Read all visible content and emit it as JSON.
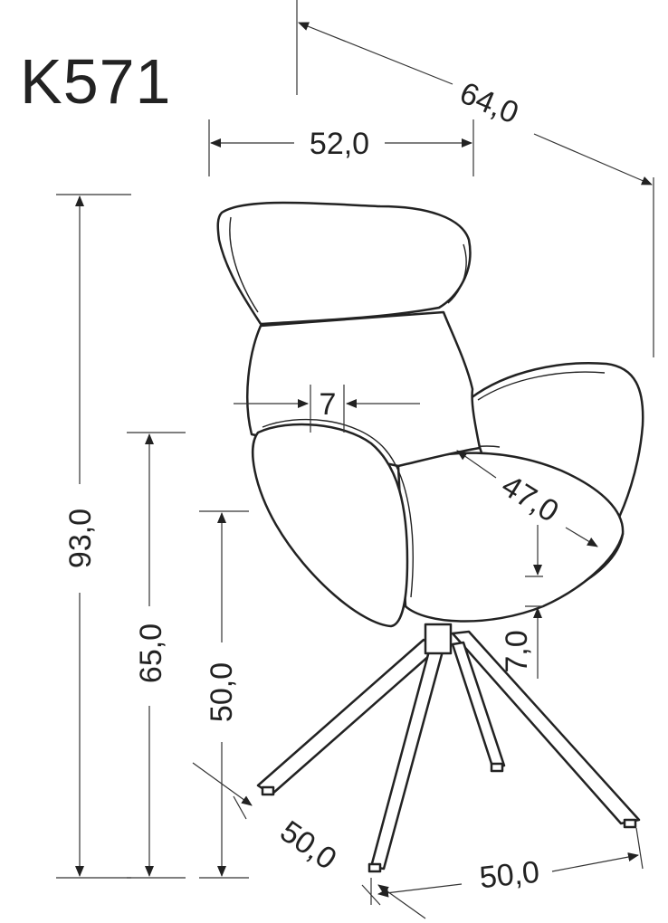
{
  "model": "K571",
  "dimensions": {
    "depth_total": "64,0",
    "width": "52,0",
    "armrest_width": "7",
    "seat_depth": "47,0",
    "seat_thickness": "7,0",
    "height_total": "93,0",
    "armrest_height": "65,0",
    "seat_height": "50,0",
    "base_depth": "50,0",
    "base_width": "50,0"
  }
}
